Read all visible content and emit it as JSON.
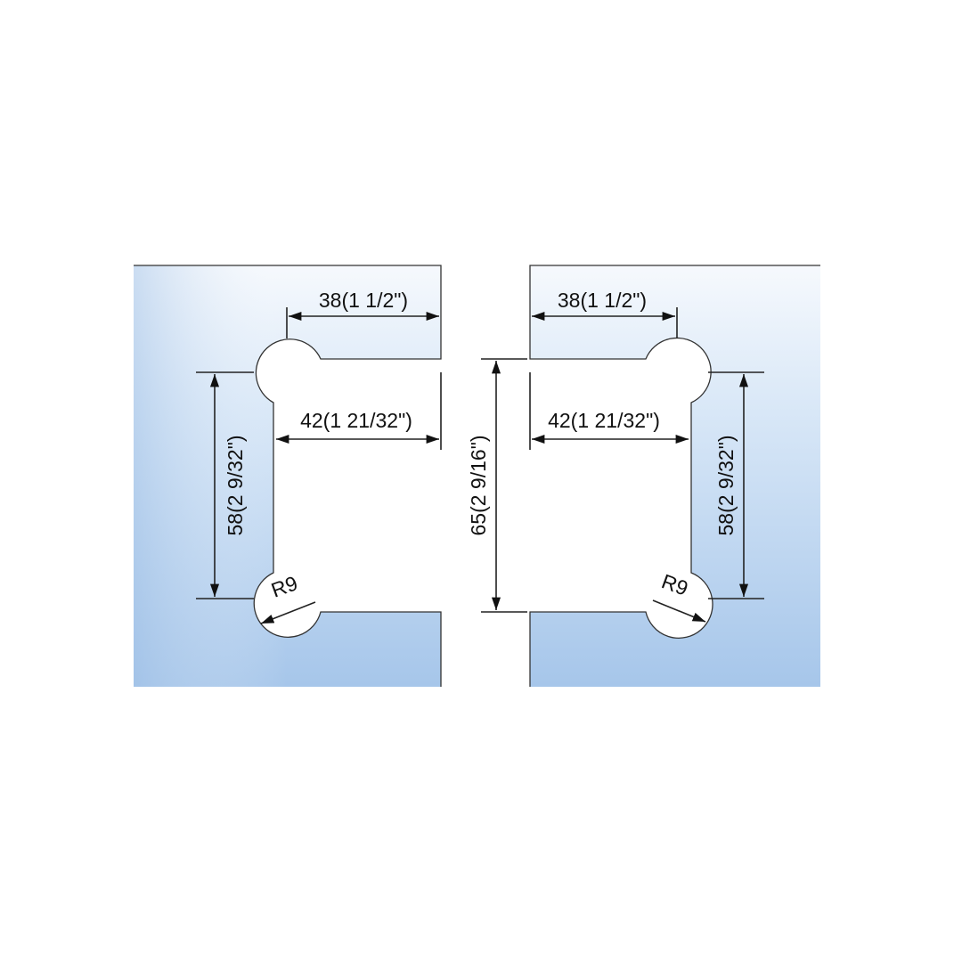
{
  "colors": {
    "panel_top": "#f6f9fd",
    "panel_bottom": "#a6c6ea",
    "line": "#222222"
  },
  "left_panel": {
    "width_top": "38(1 1/2\")",
    "width_inner": "42(1 21/32\")",
    "height": "58(2 9/32\")",
    "radius": "R9"
  },
  "center": {
    "gap_height": "65(2 9/16\")"
  },
  "right_panel": {
    "width_top": "38(1 1/2\")",
    "width_inner": "42(1 21/32\")",
    "height": "58(2 9/32\")",
    "radius": "R9"
  }
}
